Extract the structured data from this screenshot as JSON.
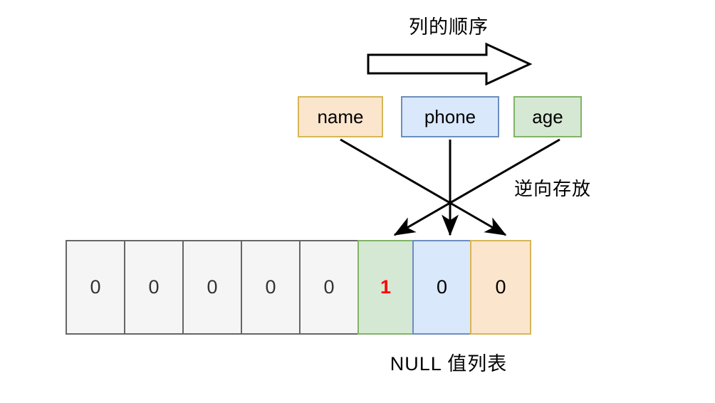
{
  "diagram": {
    "title": "列的顺序",
    "caption": "NULL 值列表",
    "reverse_note": "逆向存放",
    "order_arrow_icon": "right-block-arrow-icon",
    "columns": [
      {
        "label": "name",
        "color": "#fce5cd",
        "border": "#d6b656"
      },
      {
        "label": "phone",
        "color": "#dae8fc",
        "border": "#6c8ebf"
      },
      {
        "label": "age",
        "color": "#d5e8d4",
        "border": "#82b366"
      }
    ],
    "bitmap": {
      "cells": [
        {
          "value": "0",
          "kind": "plain",
          "hot": false
        },
        {
          "value": "0",
          "kind": "plain",
          "hot": false
        },
        {
          "value": "0",
          "kind": "plain",
          "hot": false
        },
        {
          "value": "0",
          "kind": "plain",
          "hot": false
        },
        {
          "value": "0",
          "kind": "plain",
          "hot": false
        },
        {
          "value": "1",
          "kind": "green",
          "hot": true
        },
        {
          "value": "0",
          "kind": "blue",
          "hot": false
        },
        {
          "value": "0",
          "kind": "orange",
          "hot": false
        }
      ]
    },
    "mappings": [
      {
        "from": "name",
        "to": "orange-cell"
      },
      {
        "from": "phone",
        "to": "blue-cell"
      },
      {
        "from": "age",
        "to": "green-cell"
      }
    ],
    "colors": {
      "hot_value": "#ff0000",
      "plain_fill": "#f5f5f5",
      "plain_border": "#666666",
      "stroke": "#000000"
    }
  }
}
